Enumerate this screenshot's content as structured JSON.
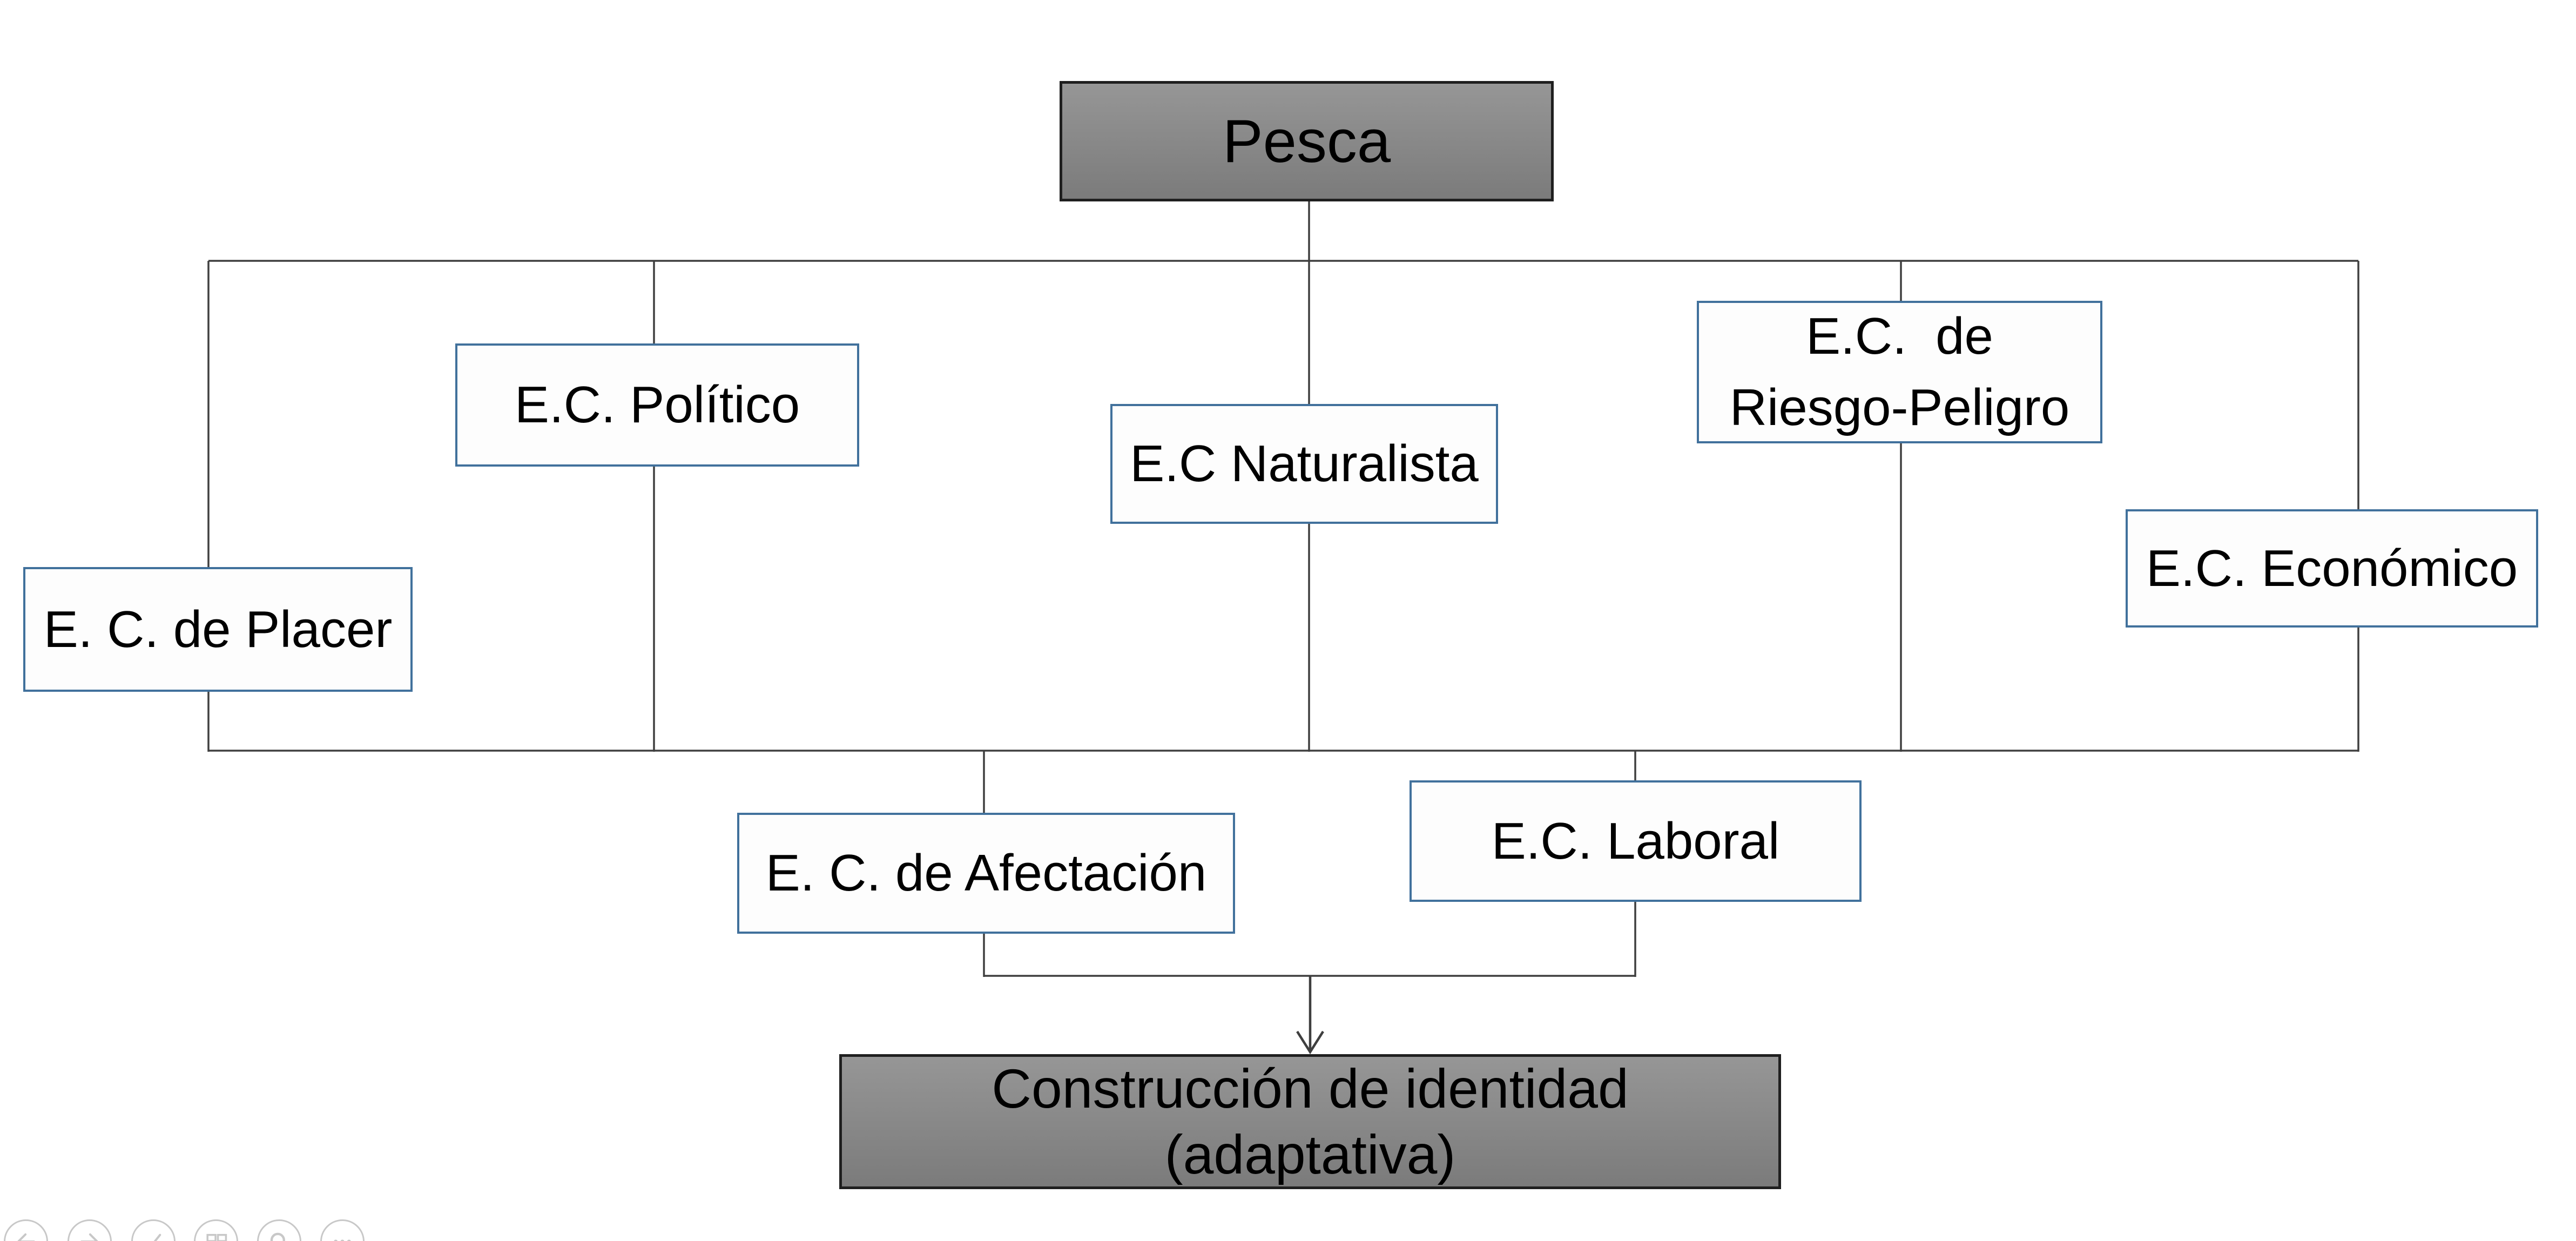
{
  "slide": {
    "root_box": {
      "label": "Pesca"
    },
    "category_boxes": {
      "politico": {
        "label": "E.C. Político"
      },
      "naturalista": {
        "label": "E.C Naturalista"
      },
      "riesgo": {
        "line1": "E.C.  de",
        "line2": "Riesgo-Peligro"
      },
      "placer": {
        "label": "E. C. de Placer"
      },
      "economico": {
        "label": "E.C. Económico"
      },
      "afectacion": {
        "label": "E. C. de Afectación"
      },
      "laboral": {
        "label": "E.C. Laboral"
      }
    },
    "outcome_box": {
      "line1": "Construcción de identidad",
      "line2": "(adaptativa)"
    }
  },
  "colors": {
    "node_fill_top": "#969696",
    "node_fill_bottom": "#7b7b7b",
    "node_border": "#1f1f1f",
    "category_border": "#41719C",
    "connector_line": "#3f3f3f",
    "toolbar_gray": "#c8c8c8",
    "background": "#ffffff"
  },
  "presenter_toolbar": {
    "icons": [
      {
        "name": "previous-slide"
      },
      {
        "name": "next-slide"
      },
      {
        "name": "pen"
      },
      {
        "name": "see-all-slides"
      },
      {
        "name": "zoom"
      },
      {
        "name": "more-options"
      }
    ]
  }
}
